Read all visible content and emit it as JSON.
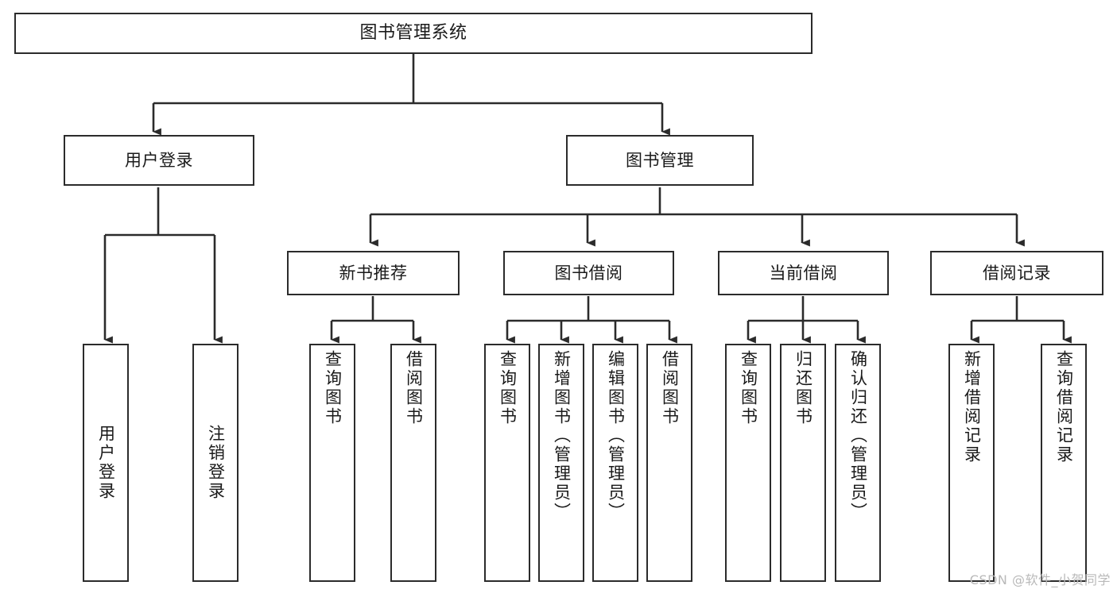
{
  "diagram": {
    "title": "图书管理系统",
    "type": "tree",
    "watermark": "CSDN @软件_小贺同学",
    "colors": {
      "box_border": "#2b2b2b",
      "box_fill": "#ffffff",
      "edge": "#2b2b2b",
      "text": "#1a1a1a",
      "watermark": "#b9b9b9",
      "background": "#ffffff"
    },
    "levels": {
      "root": {
        "label": "图书管理系统"
      },
      "level2": [
        {
          "id": "user-login",
          "label": "用户登录"
        },
        {
          "id": "book-manage",
          "label": "图书管理"
        }
      ],
      "level3": [
        {
          "id": "new-book-recommend",
          "label": "新书推荐"
        },
        {
          "id": "book-borrow",
          "label": "图书借阅"
        },
        {
          "id": "current-borrow",
          "label": "当前借阅"
        },
        {
          "id": "borrow-record",
          "label": "借阅记录"
        }
      ],
      "leaves": [
        {
          "id": "leaf-user-login",
          "label": "用户登录",
          "parent": "user-login"
        },
        {
          "id": "leaf-logout-login",
          "label": "注销登录",
          "parent": "user-login"
        },
        {
          "id": "leaf-query-book-1",
          "label": "查询图书",
          "parent": "new-book-recommend"
        },
        {
          "id": "leaf-borrow-book-1",
          "label": "借阅图书",
          "parent": "new-book-recommend"
        },
        {
          "id": "leaf-query-book-2",
          "label": "查询图书",
          "parent": "book-borrow"
        },
        {
          "id": "leaf-add-book-admin",
          "label": "新增图书（管理员）",
          "parent": "book-borrow"
        },
        {
          "id": "leaf-edit-book-admin",
          "label": "编辑图书（管理员）",
          "parent": "book-borrow"
        },
        {
          "id": "leaf-borrow-book-2",
          "label": "借阅图书",
          "parent": "book-borrow"
        },
        {
          "id": "leaf-query-book-3",
          "label": "查询图书",
          "parent": "current-borrow"
        },
        {
          "id": "leaf-return-book",
          "label": "归还图书",
          "parent": "current-borrow"
        },
        {
          "id": "leaf-confirm-return-admin",
          "label": "确认归还（管理员）",
          "parent": "current-borrow"
        },
        {
          "id": "leaf-add-borrow-record",
          "label": "新增借阅记录",
          "parent": "borrow-record"
        },
        {
          "id": "leaf-query-borrow-record",
          "label": "查询借阅记录",
          "parent": "borrow-record"
        }
      ]
    }
  }
}
